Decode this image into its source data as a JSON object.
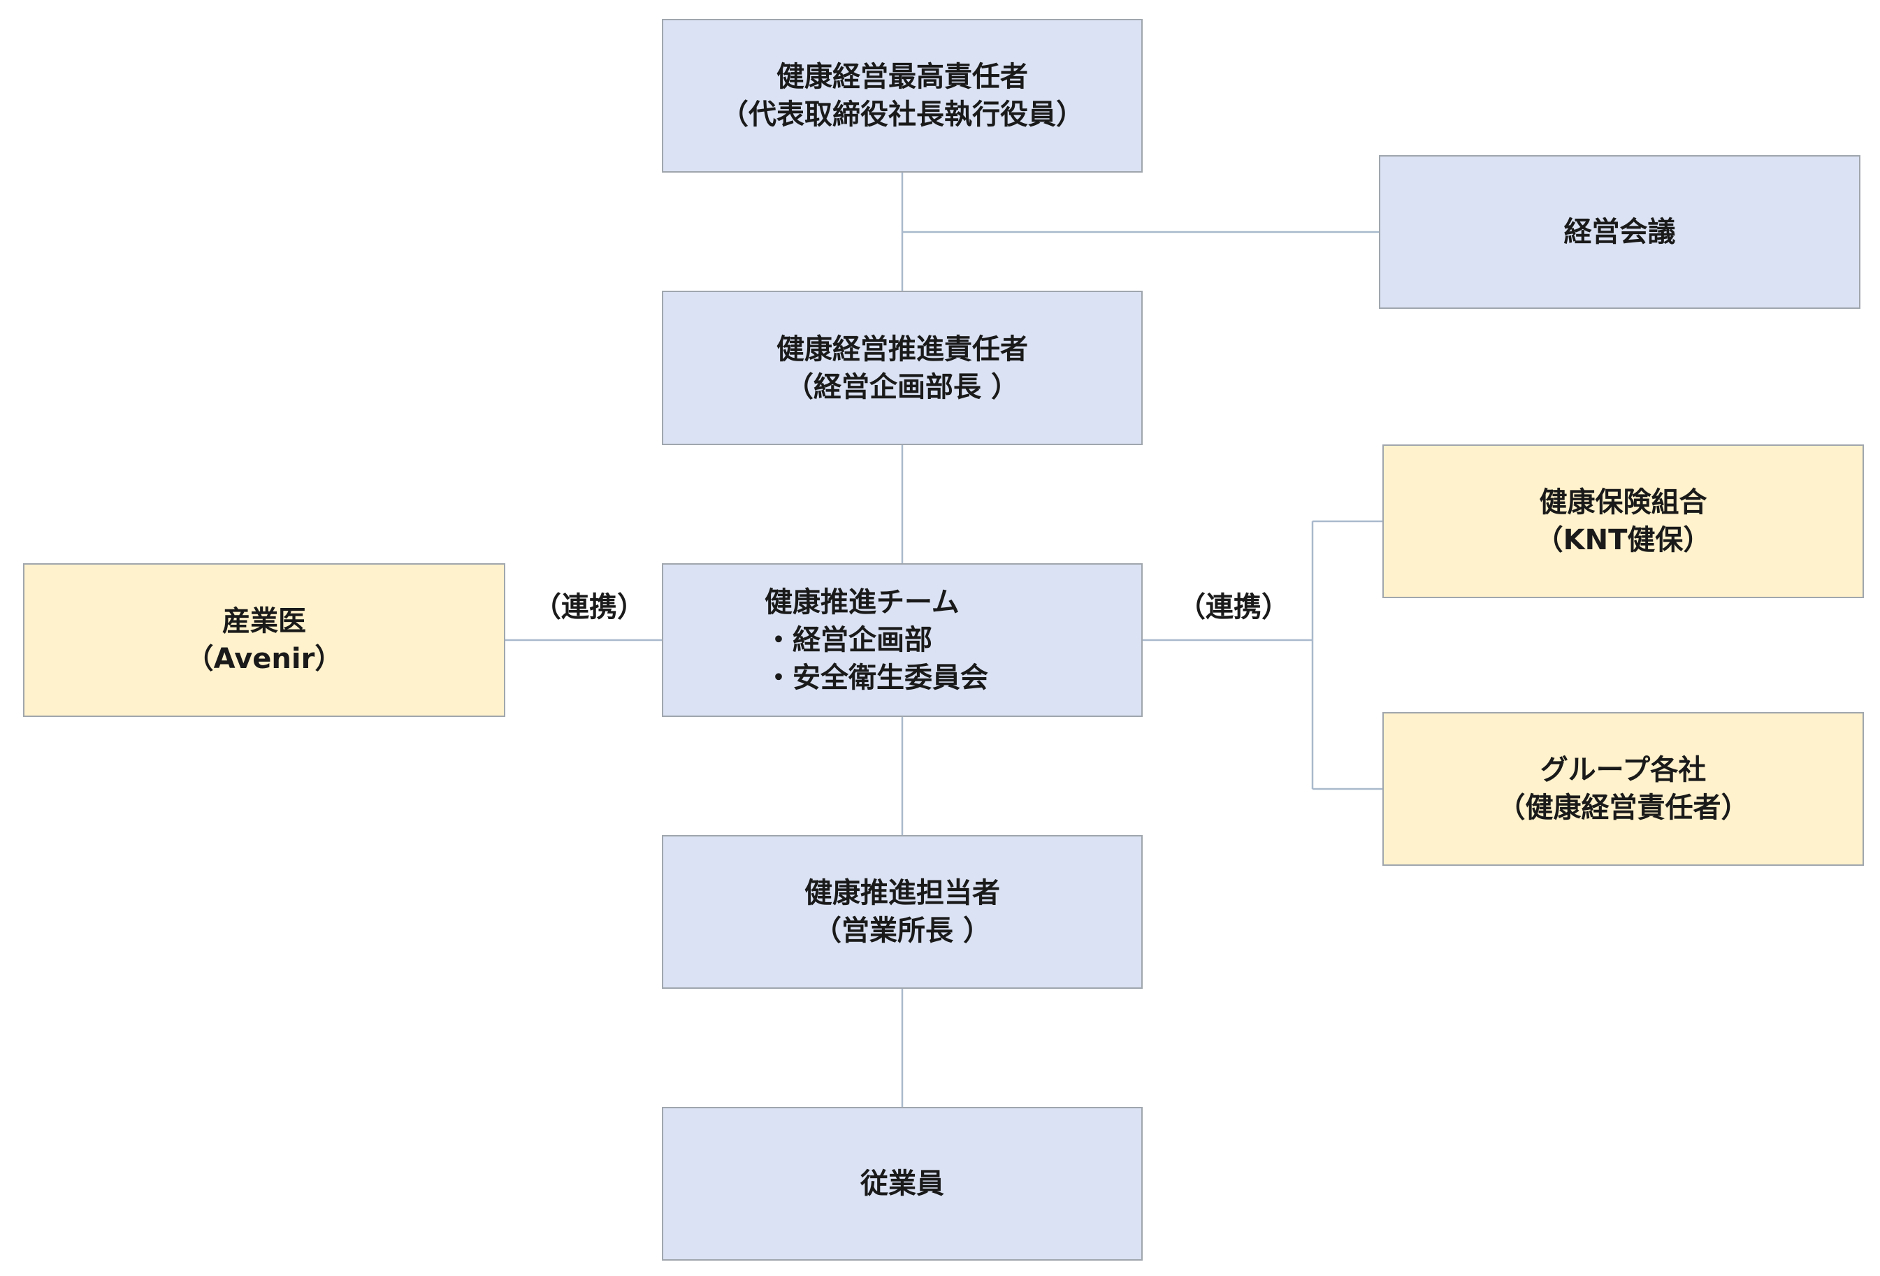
{
  "nodes": {
    "ceo": {
      "title": "健康経営最高責任者",
      "subtitle": "（代表取締役社長執行役員）"
    },
    "meeting": {
      "title": "経営会議"
    },
    "promoter": {
      "title": "健康経営推進責任者",
      "subtitle": "（経営企画部長 ）"
    },
    "team": {
      "title": "健康推進チーム",
      "items": [
        "・経営企画部",
        "・安全衛生委員会"
      ]
    },
    "doctor": {
      "title": "産業医",
      "subtitle": "（Avenir）"
    },
    "insurance": {
      "title": "健康保険組合",
      "subtitle": "（KNT健保）"
    },
    "group": {
      "title": "グループ各社",
      "subtitle": "（健康経営責任者）"
    },
    "staff": {
      "title": "健康推進担当者",
      "subtitle": "（営業所長 ）"
    },
    "employees": {
      "title": "従業員"
    }
  },
  "links": {
    "left_label": "（連携）",
    "right_label": "（連携）"
  },
  "colors": {
    "internal_fill": "#dae2f3",
    "external_fill": "#fff2cc",
    "connector": "#a9b9cc",
    "border": "#a0a6ad"
  }
}
